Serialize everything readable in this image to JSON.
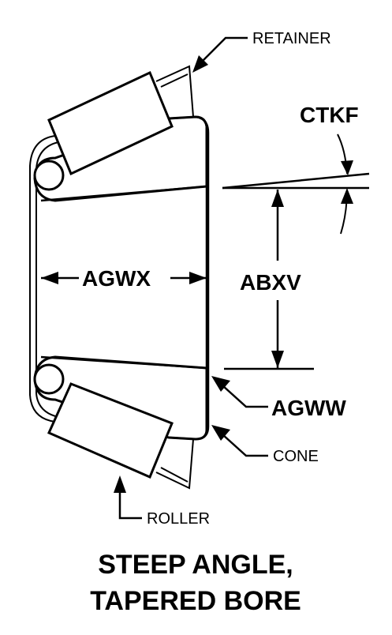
{
  "labels": {
    "retainer": "RETAINER",
    "ctkf": "CTKF",
    "agwx": "AGWX",
    "abxv": "ABXV",
    "agww": "AGWW",
    "cone": "CONE",
    "roller": "ROLLER"
  },
  "title": {
    "line1": "STEEP ANGLE,",
    "line2": "TAPERED BORE"
  }
}
